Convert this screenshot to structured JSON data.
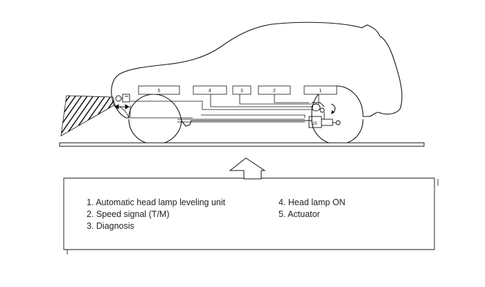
{
  "callouts": [
    "5",
    "4",
    "3",
    "2",
    "1"
  ],
  "legend": {
    "left": [
      "1.  Automatic head lamp leveling unit",
      "2.  Speed signal (T/M)",
      "3.  Diagnosis"
    ],
    "right": [
      "4.  Head lamp ON",
      "5.  Actuator"
    ]
  }
}
